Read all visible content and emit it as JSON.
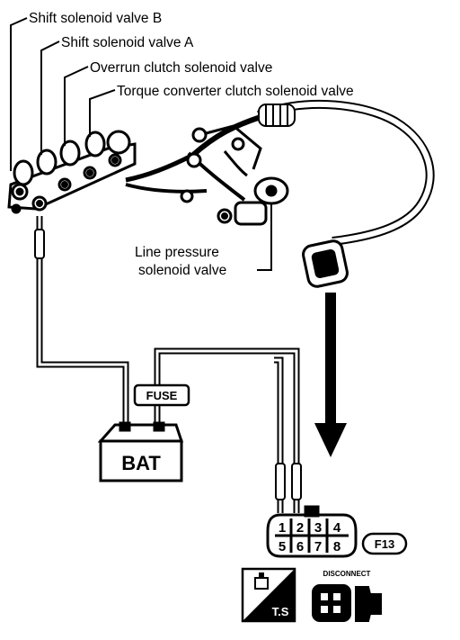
{
  "callouts": {
    "shift_b": "Shift solenoid valve B",
    "shift_a": "Shift solenoid valve A",
    "overrun": "Overrun clutch solenoid valve",
    "torque": "Torque converter clutch solenoid valve",
    "line_pressure_1": "Line pressure",
    "line_pressure_2": "solenoid valve"
  },
  "fuse_label": "FUSE",
  "battery_label": "BAT",
  "connector": {
    "pins_top": [
      "1",
      "2",
      "3",
      "4"
    ],
    "pins_bottom": [
      "5",
      "6",
      "7",
      "8"
    ],
    "id": "F13"
  },
  "tester_label": "T.S",
  "disconnect_label": "DISCONNECT",
  "colors": {
    "ink": "#000000",
    "paper": "#ffffff"
  }
}
